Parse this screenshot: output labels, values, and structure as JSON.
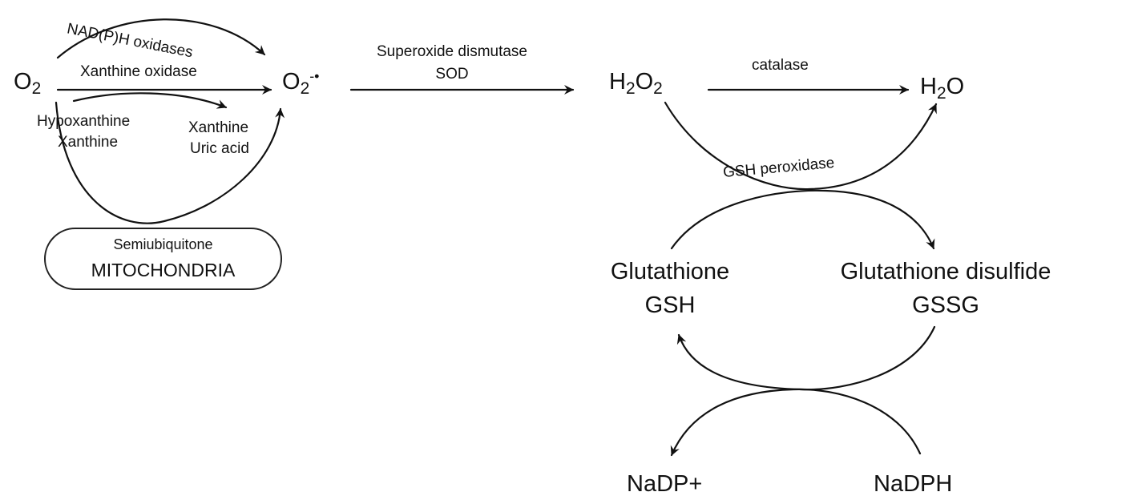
{
  "species": {
    "o2": {
      "base": "O",
      "sub": "2"
    },
    "superoxide": {
      "base": "O",
      "sub": "2",
      "sup": "-•"
    },
    "h2o2": {
      "p1": "H",
      "s1": "2",
      "p2": "O",
      "s2": "2"
    },
    "h2o": {
      "p1": "H",
      "s1": "2",
      "p2": "O"
    },
    "glutathione": {
      "name": "Glutathione",
      "abbr": "GSH"
    },
    "glutathione_disulfide": {
      "name": "Glutathione disulfide",
      "abbr": "GSSG"
    },
    "nadp_plus": "NaDP+",
    "nadph": "NaDPH"
  },
  "sources": {
    "nadph_oxidases": "NAD(P)H oxidases",
    "xanthine_oxidase": "Xanthine oxidase",
    "substrates_left": {
      "line1": "Hypoxanthine",
      "line2": "Xanthine"
    },
    "substrates_right": {
      "line1": "Xanthine",
      "line2": "Uric acid"
    },
    "mitochondria_box": {
      "line1": "Semiubiquitone",
      "line2": "MITOCHONDRIA"
    }
  },
  "enzymes": {
    "sod": {
      "line1": "Superoxide dismutase",
      "line2": "SOD"
    },
    "catalase": "catalase",
    "gsh_peroxidase": "GSH peroxidase"
  },
  "colors": {
    "ink": "#111111",
    "background": "#ffffff"
  }
}
